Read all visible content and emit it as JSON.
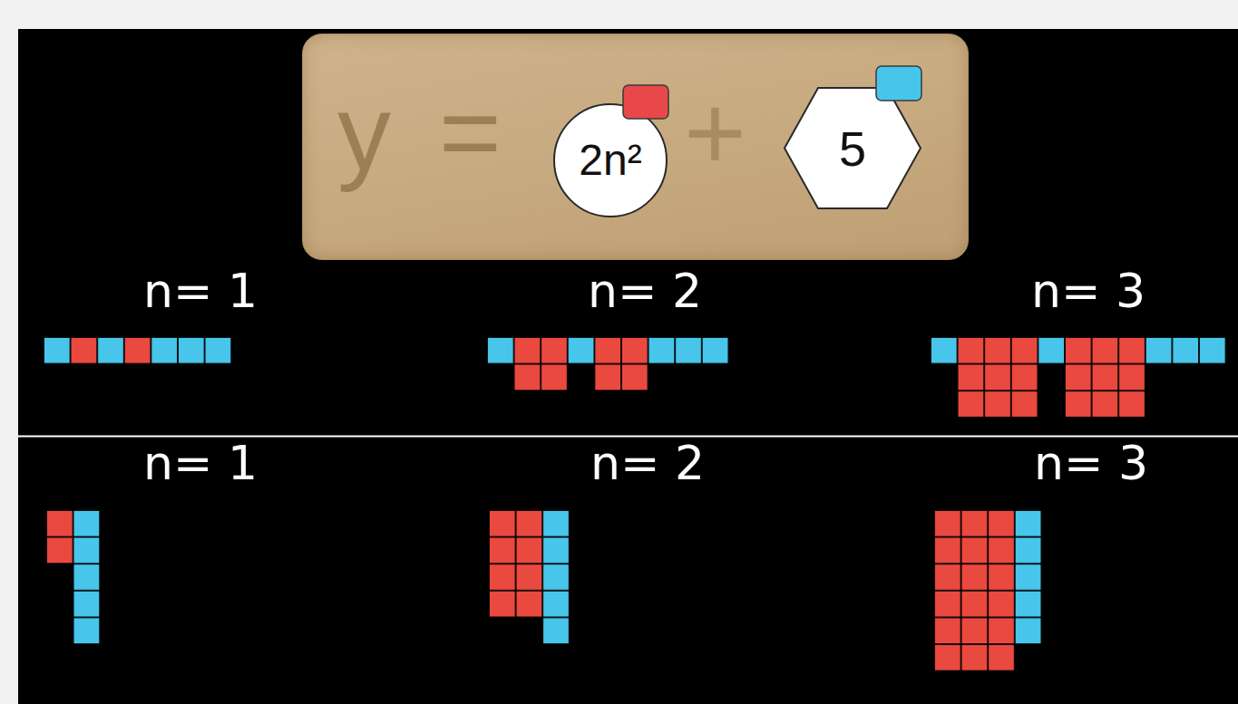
{
  "diagram": {
    "nodes": [
      {
        "text": [
          "y",
          "=",
          "+"
        ]
      },
      {
        "text": [
          "2n²"
        ],
        "in": 0
      },
      {
        "text": [
          "5"
        ],
        "in": 0
      }
    ],
    "labels": [
      "n= 1",
      "n= 2",
      "n= 3",
      "n= 1",
      "n= 2",
      "n= 3"
    ]
  }
}
